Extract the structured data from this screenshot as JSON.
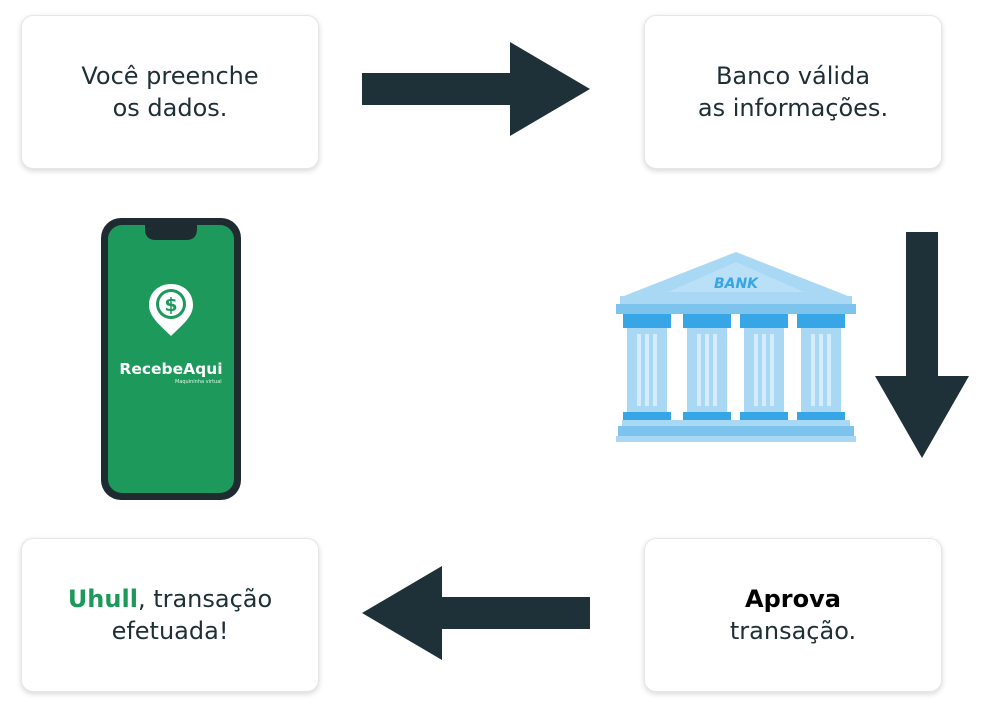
{
  "steps": {
    "fill": {
      "line1": "Você preenche",
      "line2": "os dados."
    },
    "validate": {
      "line1": "Banco válida",
      "line2": "as informações."
    },
    "approve": {
      "bold": "Aprova",
      "line2": "transação."
    },
    "done": {
      "highlight": "Uhull",
      "line1_rest": ", transação",
      "line2": "efetuada!"
    }
  },
  "phone": {
    "app_name": "RecebeAqui",
    "tagline": "Maquininha virtual"
  },
  "bank": {
    "label": "BANK"
  },
  "colors": {
    "arrow": "#1e3038",
    "brand_green": "#1d9a5b",
    "phone_body": "#1e2b30",
    "bank_light": "#a9d8f5",
    "bank_dark": "#37a6e6"
  }
}
